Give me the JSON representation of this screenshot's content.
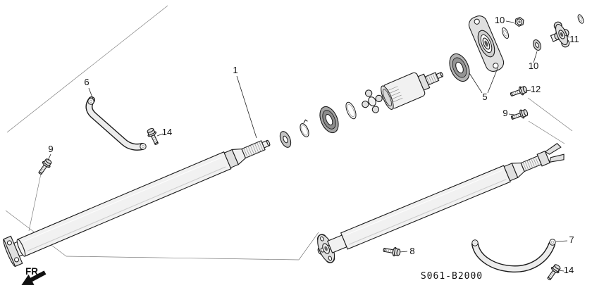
{
  "diagram": {
    "code": "S061-B2000",
    "direction_label": "FR.",
    "callouts": {
      "shaft_front": "1",
      "center_bearing": "5",
      "strap_front": "6",
      "strap_rear": "7",
      "bolt_rear_flange": "8",
      "bolt_left_9": "9",
      "bolt_right_9": "9",
      "nut_top_10": "10",
      "damper_10": "10",
      "companion_flange_11": "11",
      "bolt_12": "12",
      "bolt_14_front": "14",
      "bolt_14_rear": "14"
    },
    "colors": {
      "line": "#1a1a1a",
      "background": "#ffffff"
    }
  }
}
